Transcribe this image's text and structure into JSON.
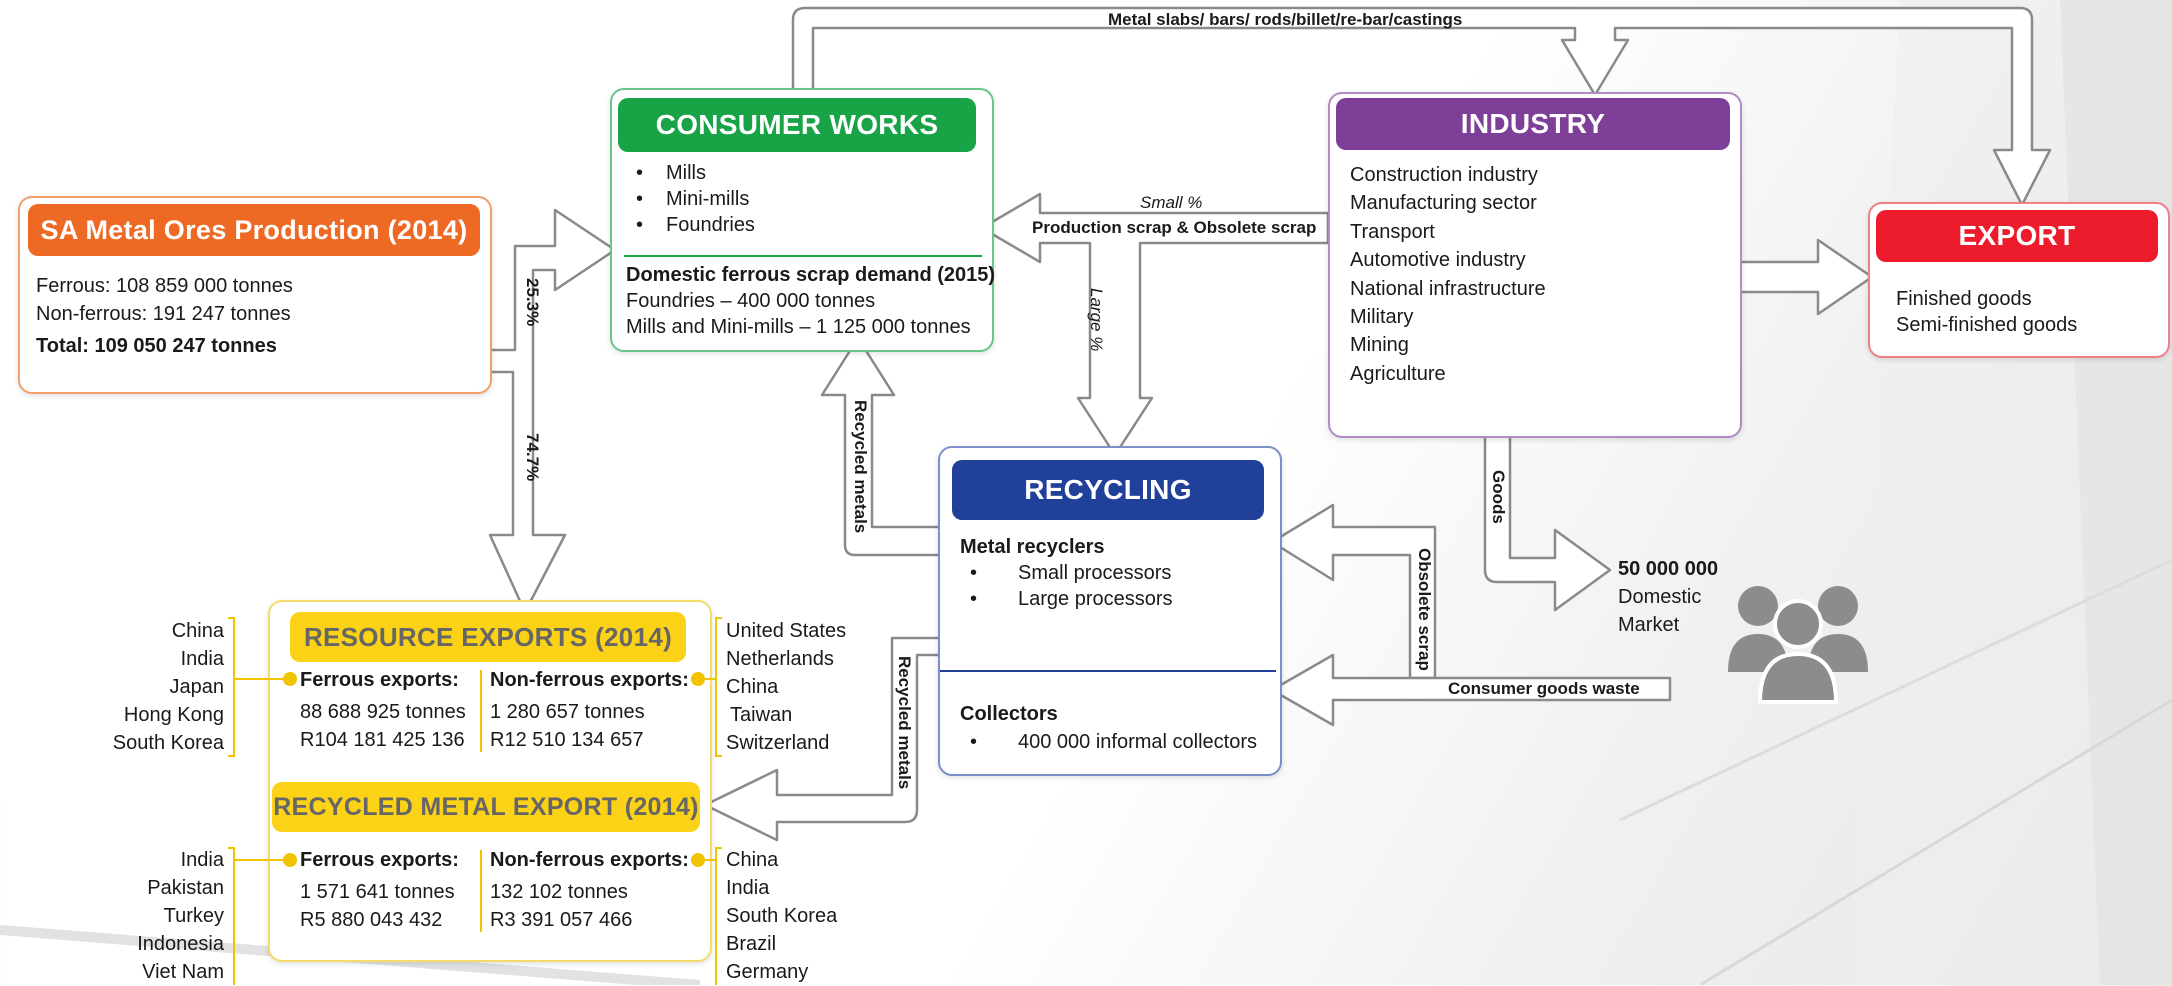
{
  "sa_ores": {
    "title": "SA Metal Ores Production (2014)",
    "ferrous": "Ferrous: 108 859 000 tonnes",
    "nonferrous": "Non-ferrous: 191 247 tonnes",
    "total": "Total: 109 050 247 tonnes"
  },
  "consumer_works": {
    "title": "CONSUMER WORKS",
    "items": [
      "Mills",
      "Mini-mills",
      "Foundries"
    ],
    "demand_title": "Domestic ferrous scrap demand (2015)",
    "demand_lines": [
      "Foundries – 400 000 tonnes",
      "Mills and Mini-mills – 1 125 000 tonnes"
    ]
  },
  "industry": {
    "title": "INDUSTRY",
    "items": [
      "Construction industry",
      "Manufacturing sector",
      "Transport",
      "Automotive industry",
      "National infrastructure",
      "Military",
      "Mining",
      "Agriculture"
    ]
  },
  "export": {
    "title": "EXPORT",
    "items": [
      "Finished goods",
      "Semi-finished goods"
    ]
  },
  "recycling": {
    "title": "RECYCLING",
    "recyclers_title": "Metal recyclers",
    "recyclers": [
      "Small processors",
      "Large processors"
    ],
    "collectors_title": "Collectors",
    "collectors": [
      "400 000 informal collectors"
    ]
  },
  "resource_exports": {
    "title": "RESOURCE EXPORTS (2014)",
    "ferrous_title": "Ferrous exports:",
    "ferrous_lines": [
      "88 688 925 tonnes",
      "R104 181 425 136"
    ],
    "nonferrous_title": "Non-ferrous exports:",
    "nonferrous_lines": [
      "1 280 657 tonnes",
      "R12 510 134 657"
    ],
    "left_countries": [
      "China",
      "India",
      "Japan",
      "Hong Kong",
      "South Korea"
    ],
    "right_countries": [
      "United States",
      "Netherlands",
      "China",
      "Taiwan",
      "Switzerland"
    ]
  },
  "recycled_export": {
    "title": "RECYCLED METAL EXPORT (2014)",
    "ferrous_title": "Ferrous exports:",
    "ferrous_lines": [
      "1 571 641 tonnes",
      "R5 880 043 432"
    ],
    "nonferrous_title": "Non-ferrous exports:",
    "nonferrous_lines": [
      "132 102 tonnes",
      "R3 391 057 466"
    ],
    "left_countries": [
      "India",
      "Pakistan",
      "Turkey",
      "Indonesia",
      "Viet Nam"
    ],
    "right_countries": [
      "China",
      "India",
      "South Korea",
      "Brazil",
      "Germany"
    ]
  },
  "domestic": {
    "value": "50 000 000",
    "lines": [
      "Domestic",
      "Market"
    ]
  },
  "flow_labels": {
    "top": "Metal slabs/ bars/ rods/billet/re-bar/castings",
    "small": "Small %",
    "scrap": "Production scrap & Obsolete scrap",
    "large": "Large %",
    "pct_up": "25.3%",
    "pct_down": "74.7%",
    "recycled1": "Recycled metals",
    "recycled2": "Recycled metals",
    "goods": "Goods",
    "obsolete": "Obsolete scrap",
    "consumer_waste": "Consumer goods waste"
  },
  "colors": {
    "orange": "#ee6a24",
    "green": "#17a346",
    "purple": "#7d3f98",
    "red": "#ec1c2c",
    "blue": "#21409a",
    "yellow": "#fbd215"
  },
  "icons": {
    "people": "people-group-icon"
  }
}
